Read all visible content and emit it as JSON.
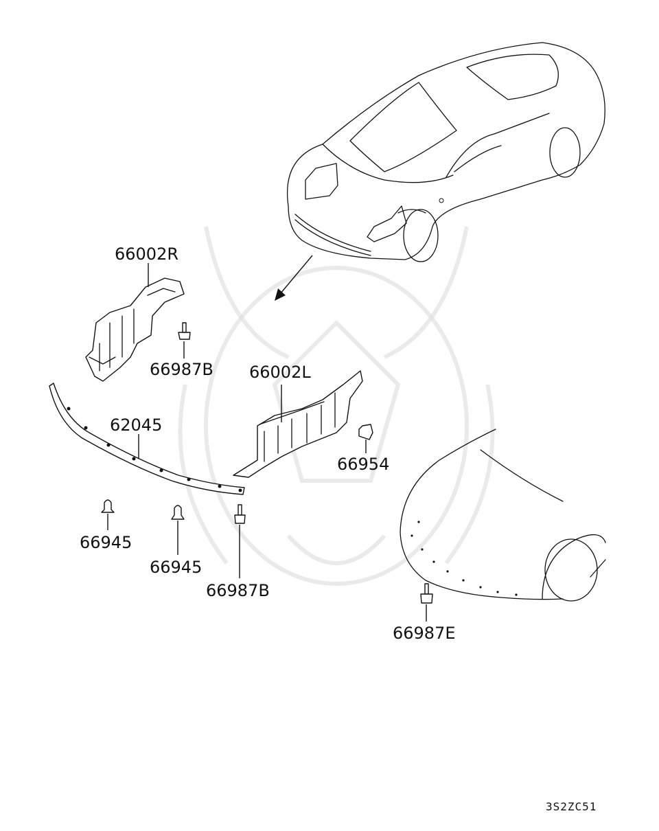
{
  "diagram_code": "3S2ZC51",
  "callouts": [
    {
      "id": "p66002R",
      "part_number": "66002R"
    },
    {
      "id": "p66987B_top",
      "part_number": "66987B"
    },
    {
      "id": "p66002L",
      "part_number": "66002L"
    },
    {
      "id": "p62045",
      "part_number": "62045"
    },
    {
      "id": "p66954",
      "part_number": "66954"
    },
    {
      "id": "p66945_left",
      "part_number": "66945"
    },
    {
      "id": "p66945_mid",
      "part_number": "66945"
    },
    {
      "id": "p66987B_bottom",
      "part_number": "66987B"
    },
    {
      "id": "p66987E",
      "part_number": "66987E"
    }
  ]
}
